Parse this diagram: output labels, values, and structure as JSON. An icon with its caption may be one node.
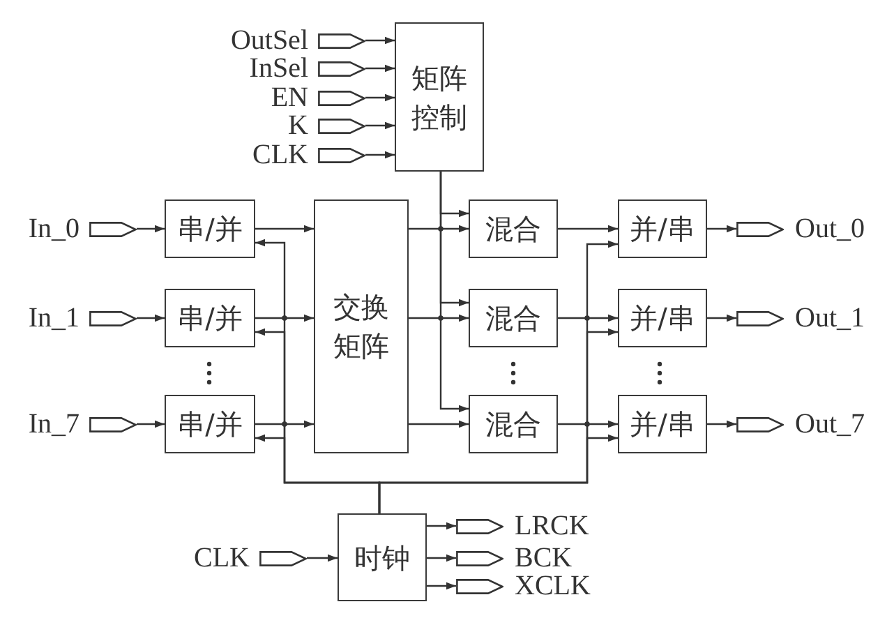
{
  "diagram": {
    "nodes": [
      {
        "text": [
          "OutSel"
        ]
      },
      {
        "text": [
          "InSel"
        ]
      },
      {
        "text": [
          "EN"
        ]
      },
      {
        "text": [
          "K"
        ]
      },
      {
        "text": [
          "CLK"
        ]
      },
      {
        "text": [
          "矩阵控制"
        ]
      },
      {
        "text": [
          "In_0"
        ]
      },
      {
        "text": [
          "串/并"
        ]
      },
      {
        "text": [
          "交换矩阵"
        ]
      },
      {
        "text": [
          "混合"
        ]
      },
      {
        "text": [
          "并/串"
        ]
      },
      {
        "text": [
          "Out_0"
        ]
      },
      {
        "text": [
          "In_1"
        ]
      },
      {
        "text": [
          "串/并"
        ]
      },
      {
        "text": [
          "混合"
        ]
      },
      {
        "text": [
          "并/串"
        ]
      },
      {
        "text": [
          "Out_1"
        ]
      },
      {
        "text": [
          "In_7"
        ]
      },
      {
        "text": [
          "串/并"
        ]
      },
      {
        "text": [
          "混合"
        ]
      },
      {
        "text": [
          "并/串"
        ]
      },
      {
        "text": [
          "Out_7"
        ]
      },
      {
        "text": [
          "CLK"
        ]
      },
      {
        "text": [
          "时钟"
        ]
      },
      {
        "text": [
          "LRCK"
        ]
      },
      {
        "text": [
          "BCK"
        ]
      },
      {
        "text": [
          "XCLK"
        ]
      }
    ],
    "edges": [
      {
        "from": 0,
        "to": 5,
        "arrow": "to"
      },
      {
        "from": 1,
        "to": 5,
        "arrow": "to"
      },
      {
        "from": 2,
        "to": 5,
        "arrow": "to"
      },
      {
        "from": 3,
        "to": 5,
        "arrow": "to"
      },
      {
        "from": 4,
        "to": 5,
        "arrow": "to"
      },
      {
        "from": 6,
        "to": 7,
        "arrow": "to"
      },
      {
        "from": 7,
        "to": 8,
        "arrow": "to"
      },
      {
        "from": 12,
        "to": 13,
        "arrow": "to"
      },
      {
        "from": 13,
        "to": 8,
        "arrow": "to"
      },
      {
        "from": 17,
        "to": 18,
        "arrow": "to"
      },
      {
        "from": 18,
        "to": 8,
        "arrow": "to"
      },
      {
        "from": 5,
        "to": 9,
        "arrow": "to"
      },
      {
        "from": 5,
        "to": 14,
        "arrow": "to"
      },
      {
        "from": 5,
        "to": 19,
        "arrow": "to"
      },
      {
        "from": 8,
        "to": 9,
        "arrow": "to"
      },
      {
        "from": 8,
        "to": 14,
        "arrow": "to"
      },
      {
        "from": 8,
        "to": 19,
        "arrow": "to"
      },
      {
        "from": 9,
        "to": 10,
        "arrow": "to"
      },
      {
        "from": 14,
        "to": 15,
        "arrow": "to"
      },
      {
        "from": 19,
        "to": 20,
        "arrow": "to"
      },
      {
        "from": 10,
        "to": 11,
        "arrow": "to"
      },
      {
        "from": 15,
        "to": 16,
        "arrow": "to"
      },
      {
        "from": 20,
        "to": 21,
        "arrow": "to"
      },
      {
        "from": 22,
        "to": 23,
        "arrow": "to"
      },
      {
        "from": 23,
        "to": 7,
        "arrow": "to"
      },
      {
        "from": 23,
        "to": 13,
        "arrow": "to"
      },
      {
        "from": 23,
        "to": 18,
        "arrow": "to"
      },
      {
        "from": 23,
        "to": 10,
        "arrow": "to"
      },
      {
        "from": 23,
        "to": 15,
        "arrow": "to"
      },
      {
        "from": 23,
        "to": 20,
        "arrow": "to"
      },
      {
        "from": 23,
        "to": 24,
        "arrow": "to"
      },
      {
        "from": 23,
        "to": 25,
        "arrow": "to"
      },
      {
        "from": 23,
        "to": 26,
        "arrow": "to"
      }
    ]
  }
}
